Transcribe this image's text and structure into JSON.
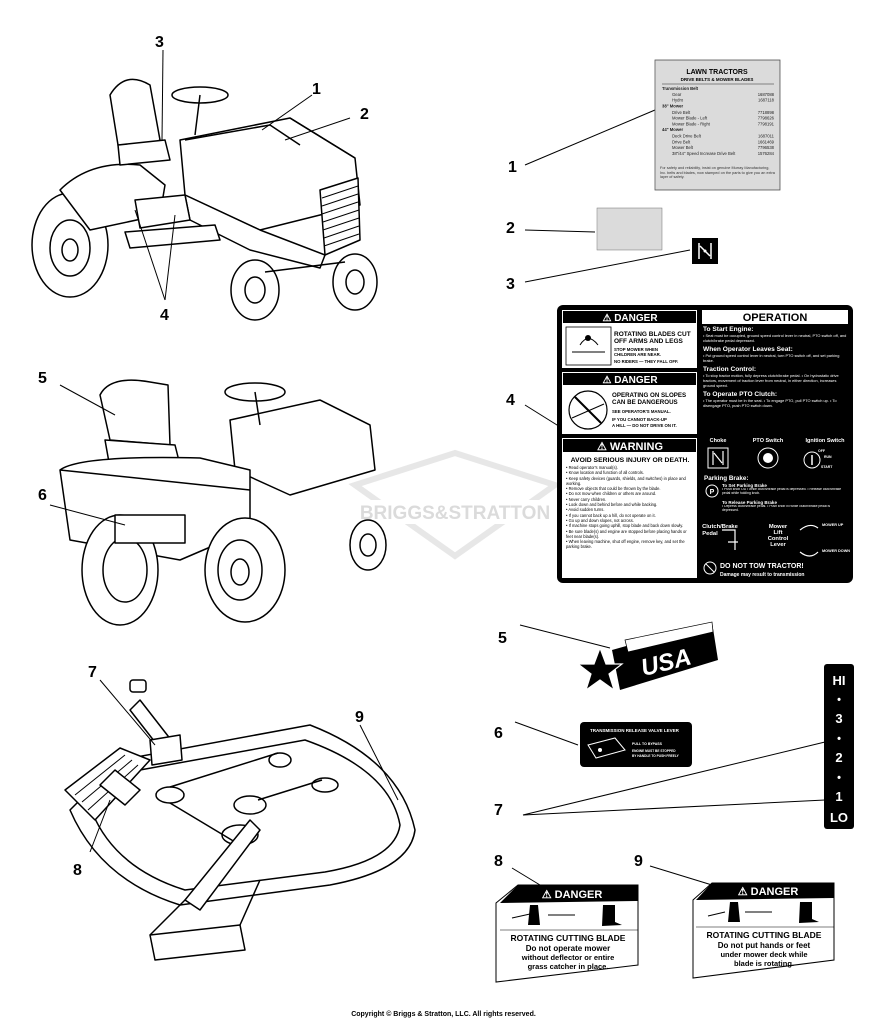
{
  "callouts": [
    "1",
    "2",
    "3",
    "4",
    "5",
    "6",
    "7",
    "8",
    "9"
  ],
  "decal1": {
    "title": "LAWN TRACTORS",
    "subtitle": "DRIVE BELTS & MOWER BLADES",
    "rows": [
      [
        "Transmission Belt",
        ""
      ],
      [
        "Gear",
        "1687088"
      ],
      [
        "Hydro",
        "1687118"
      ],
      [
        "38\" Mower",
        ""
      ],
      [
        "Drive Belt",
        "7718898"
      ],
      [
        "Mower Blade - Left",
        "7798626"
      ],
      [
        "Mower Blade - Right",
        "7798191"
      ],
      [
        "44\" Mower",
        ""
      ],
      [
        "Deck Drive Belt",
        "1687011"
      ],
      [
        "Drive Belt",
        "1661469"
      ],
      [
        "Mower Belt",
        "7796538"
      ],
      [
        "38\"/44\" Speed Increase Drive Belt",
        "1576284"
      ]
    ],
    "footer": "For safety and reliability, insist on genuine Murray Manufacturing, Inc. belts and blades, now stamped on the parts to give you an extra layer of safety."
  },
  "decal4": {
    "danger_word": "DANGER",
    "warning_word": "WARNING",
    "danger1_lines": [
      "ROTATING BLADES CUT",
      "OFF ARMS AND LEGS"
    ],
    "danger1_sub": [
      "STOP MOWER WHEN",
      "CHILDREN ARE NEAR.",
      "NO RIDERS — THEY FALL OFF."
    ],
    "danger2_lines": [
      "OPERATING ON SLOPES",
      "CAN BE DANGEROUS"
    ],
    "danger2_sub": [
      "SEE OPERATOR'S MANUAL.",
      "IF YOU CANNOT BACK-UP",
      "A HILL — DO NOT DRIVE ON IT."
    ],
    "warning_sub": "AVOID SERIOUS INJURY OR DEATH.",
    "warning_items": [
      "• Read operator's manual(s).",
      "• Know location and function of all controls.",
      "• Keep safety devices (guards, shields, and switches) in place and working.",
      "• Remove objects that could be thrown by the blade.",
      "• Do not mow when children or others are around.",
      "• Never carry children.",
      "• Look down and behind before and while backing.",
      "• Avoid sudden turns.",
      "• If you cannot back up a hill, do not operate on it.",
      "• Go up and down slopes, not across.",
      "• If machine stops going uphill, stop blade and back down slowly.",
      "• Be sure blade(s) and engine are stopped before placing hands or feet near blade(s).",
      "• When leaving machine, shut off engine, remove key, and set the parking brake."
    ],
    "op_title": "OPERATION",
    "sections": [
      {
        "h": "To Start Engine:",
        "t": "• Seat must be occupied, ground speed control lever in neutral, PTO switch off, and clutch/brake pedal depressed."
      },
      {
        "h": "When Operator Leaves Seat:",
        "t": "• Put ground speed control lever in neutral, turn PTO switch off, and set parking brake."
      },
      {
        "h": "Traction Control:",
        "t": "• To stop tractor motion, fully depress clutch/brake pedal. • On hydrostatic drive tractors, movement of traction lever from neutral, in either direction, increases ground speed."
      },
      {
        "h": "To Operate PTO Clutch:",
        "t": "• The operator must be in the seat. • To engage PTO, pull PTO switch up. • To disengage PTO, push PTO switch down."
      }
    ],
    "choke": "Choke",
    "pto": "PTO Switch",
    "ignition": "Ignition Switch",
    "ign_off": "OFF",
    "ign_run": "RUN",
    "ign_start": "START",
    "parking_h": "Parking Brake:",
    "parking_set": "To Set Parking Brake",
    "parking_set_t": "• Push knob OUT while clutch/brake pedal is depressed. • Release clutch/brake pedal while holding knob.",
    "parking_rel": "To Release Parking Brake",
    "parking_rel_t": "• Depress clutch/brake pedal. • Push knob IN while clutch/brake pedal is depressed.",
    "clutch": "Clutch/Brake",
    "pedal": "Pedal",
    "lift1": "Mower",
    "lift2": "Lift",
    "lift3": "Control",
    "lift4": "Lever",
    "mower_up": "MOWER UP",
    "mower_down": "MOWER DOWN",
    "tow": "DO NOT TOW TRACTOR!",
    "tow_sub": "Damage may result to transmission"
  },
  "decal5": {
    "text": "USA"
  },
  "decal6": {
    "title": "TRANSMISSION RELEASE VALVE LEVER",
    "l1": "PULL TO BYPASS",
    "l2": "ENGINE MUST BE STOPPED",
    "l3": "BY HANDLE TO PUSH FREELY"
  },
  "decal7": [
    "HI",
    "•",
    "3",
    "•",
    "2",
    "•",
    "1",
    "LO"
  ],
  "decal8": {
    "word": "DANGER",
    "title": "ROTATING CUTTING BLADE",
    "lines": [
      "Do not operate mower",
      "without deflector or entire",
      "grass catcher in place."
    ]
  },
  "decal9": {
    "word": "DANGER",
    "title": "ROTATING CUTTING BLADE",
    "lines": [
      "Do not put hands or feet",
      "under mower deck while",
      "blade is rotating."
    ]
  },
  "watermark": "BRIGGS&STRATTON",
  "copyright": "Copyright © Briggs & Stratton, LLC. All rights reserved."
}
